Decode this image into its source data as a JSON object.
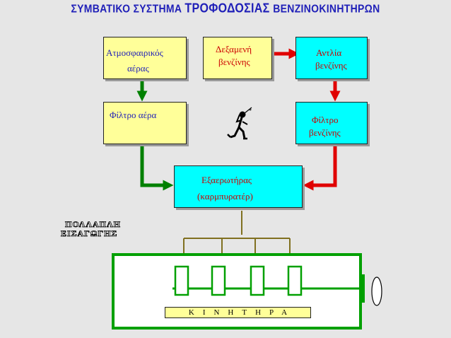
{
  "title": {
    "part1": "ΣΥΜΒΑΤΙΚΟ ΣΥΣΤΗΜΑ ",
    "part2": "ΤΡΟΦΟΔΟΣΙΑΣ ",
    "part3": "ΒΕΝΖΙΝΟΚΙΝΗΤΗΡΩΝ"
  },
  "nodes": {
    "atmospheric_air": {
      "line1": "Ατμοσφαιρικός",
      "line2": "αέρας"
    },
    "fuel_tank": {
      "line1": "Δεξαμενή",
      "line2": "βενζίνης"
    },
    "fuel_pump": {
      "line1": "Αντλία",
      "line2": "βενζίνης"
    },
    "air_filter": {
      "line1": "Φίλτρο αέρα"
    },
    "fuel_filter": {
      "line1": "Φίλτρο",
      "line2": "βενζίνης"
    },
    "carburetor": {
      "line1": "Εξαερωτήρας",
      "line2": "(καρμπυρατέρ)"
    }
  },
  "intake_manifold": {
    "line1": "ΠΟΛΛΑΠΛΗ",
    "line2": "ΕΙΣΑΓΩΓΗΣ"
  },
  "engine": {
    "label": "ΚΙΝΗΤΗΡΑ"
  },
  "colors": {
    "air_arrow": "#008000",
    "fuel_arrow": "#e00000",
    "mixture_arrow": "#807020",
    "box_yellow": "#ffff99",
    "box_cyan": "#00ffff",
    "engine_green": "#00a000",
    "title_blue": "#1f1fb8"
  },
  "icons": {
    "thinking_figure": "person-thinking-icon"
  }
}
